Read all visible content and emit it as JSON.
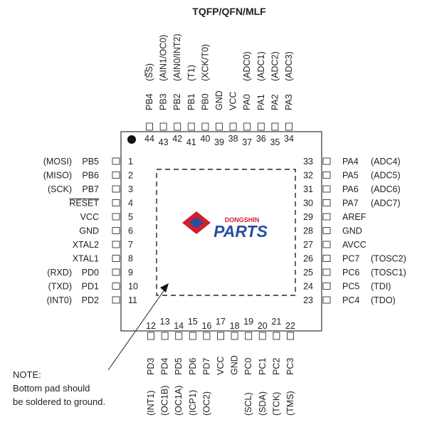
{
  "title": "TQFP/QFN/MLF",
  "note": [
    "NOTE:",
    "Bottom pad should",
    "be soldered to ground."
  ],
  "logo": {
    "small": "DONGSHIN",
    "big": "PARTS",
    "colors": {
      "red": "#d0202a",
      "blue": "#2a4ea0"
    }
  },
  "pins": {
    "left": [
      {
        "num": "1",
        "name": "PB5",
        "alt": "(MOSI)"
      },
      {
        "num": "2",
        "name": "PB6",
        "alt": "(MISO)"
      },
      {
        "num": "3",
        "name": "PB7",
        "alt": "(SCK)"
      },
      {
        "num": "4",
        "name": "RESET",
        "alt": "",
        "overline": true
      },
      {
        "num": "5",
        "name": "VCC",
        "alt": ""
      },
      {
        "num": "6",
        "name": "GND",
        "alt": ""
      },
      {
        "num": "7",
        "name": "XTAL2",
        "alt": ""
      },
      {
        "num": "8",
        "name": "XTAL1",
        "alt": ""
      },
      {
        "num": "9",
        "name": "PD0",
        "alt": "(RXD)"
      },
      {
        "num": "10",
        "name": "PD1",
        "alt": "(TXD)"
      },
      {
        "num": "11",
        "name": "PD2",
        "alt": "(INT0)"
      }
    ],
    "right": [
      {
        "num": "33",
        "name": "PA4",
        "alt": "(ADC4)"
      },
      {
        "num": "32",
        "name": "PA5",
        "alt": "(ADC5)"
      },
      {
        "num": "31",
        "name": "PA6",
        "alt": "(ADC6)"
      },
      {
        "num": "30",
        "name": "PA7",
        "alt": "(ADC7)"
      },
      {
        "num": "29",
        "name": "AREF",
        "alt": ""
      },
      {
        "num": "28",
        "name": "GND",
        "alt": ""
      },
      {
        "num": "27",
        "name": "AVCC",
        "alt": ""
      },
      {
        "num": "26",
        "name": "PC7",
        "alt": "(TOSC2)"
      },
      {
        "num": "25",
        "name": "PC6",
        "alt": "(TOSC1)"
      },
      {
        "num": "24",
        "name": "PC5",
        "alt": "(TDI)"
      },
      {
        "num": "23",
        "name": "PC4",
        "alt": "(TDO)"
      }
    ],
    "top": [
      {
        "num": "44",
        "name": "PB4",
        "alt": "(SS)",
        "alt_overline": true
      },
      {
        "num": "43",
        "name": "PB3",
        "alt": "(AIN1/OC0)"
      },
      {
        "num": "42",
        "name": "PB2",
        "alt": "(AIN0/INT2)"
      },
      {
        "num": "41",
        "name": "PB1",
        "alt": "(T1)"
      },
      {
        "num": "40",
        "name": "PB0",
        "alt": "(XCK/T0)"
      },
      {
        "num": "39",
        "name": "GND",
        "alt": ""
      },
      {
        "num": "38",
        "name": "VCC",
        "alt": ""
      },
      {
        "num": "37",
        "name": "PA0",
        "alt": "(ADC0)"
      },
      {
        "num": "36",
        "name": "PA1",
        "alt": "(ADC1)"
      },
      {
        "num": "35",
        "name": "PA2",
        "alt": "(ADC2)"
      },
      {
        "num": "34",
        "name": "PA3",
        "alt": "(ADC3)"
      }
    ],
    "bottom": [
      {
        "num": "12",
        "name": "PD3",
        "alt": "(INT1)"
      },
      {
        "num": "13",
        "name": "PD4",
        "alt": "(OC1B)"
      },
      {
        "num": "14",
        "name": "PD5",
        "alt": "(OC1A)"
      },
      {
        "num": "15",
        "name": "PD6",
        "alt": "(ICP1)"
      },
      {
        "num": "16",
        "name": "PD7",
        "alt": "(OC2)"
      },
      {
        "num": "17",
        "name": "VCC",
        "alt": ""
      },
      {
        "num": "18",
        "name": "GND",
        "alt": ""
      },
      {
        "num": "19",
        "name": "PC0",
        "alt": "(SCL)"
      },
      {
        "num": "20",
        "name": "PC1",
        "alt": "(SDA)"
      },
      {
        "num": "21",
        "name": "PC2",
        "alt": "(TCK)"
      },
      {
        "num": "22",
        "name": "PC3",
        "alt": "(TMS)"
      }
    ]
  }
}
